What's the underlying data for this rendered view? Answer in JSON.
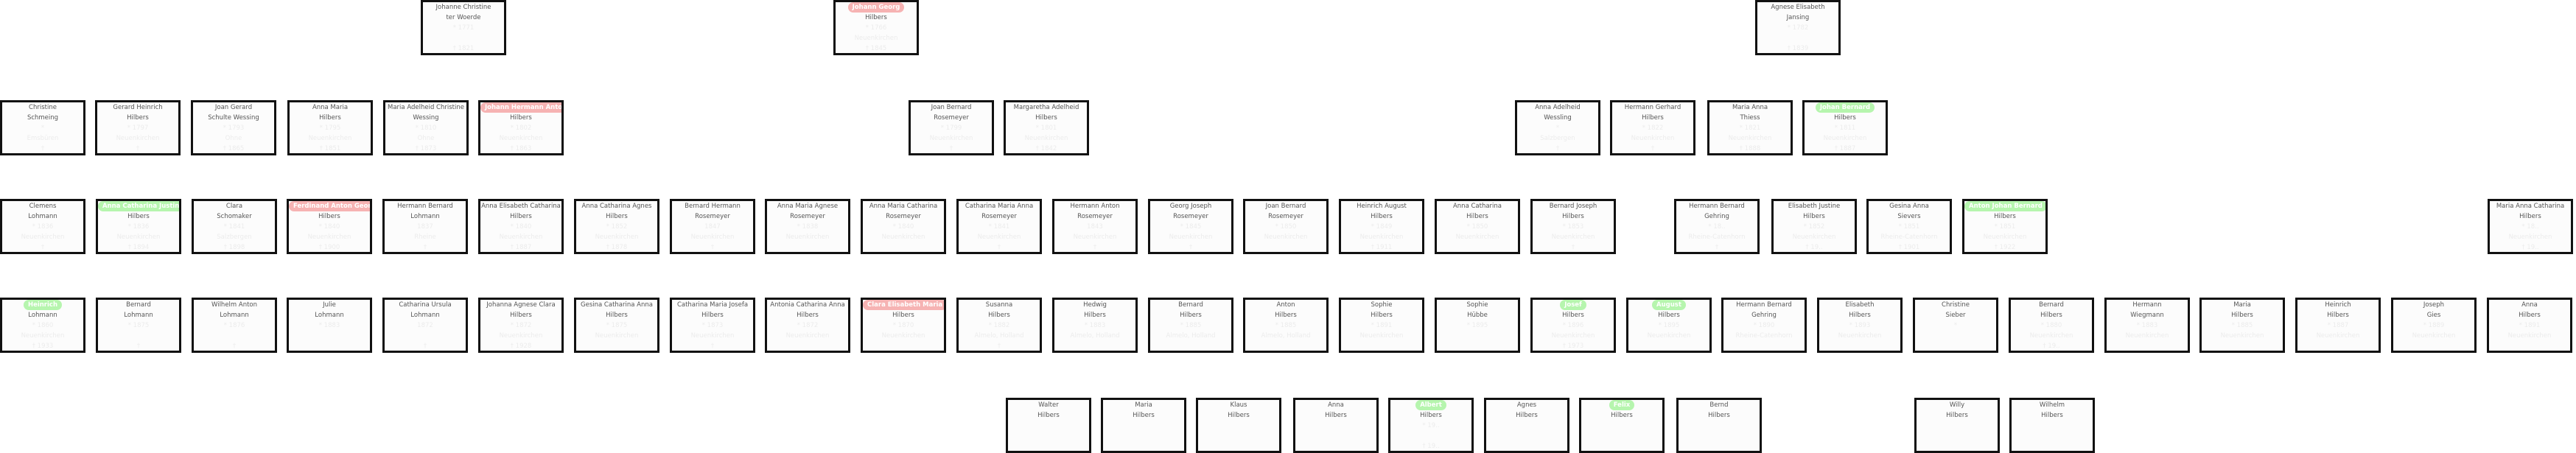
{
  "colors": {
    "highlight_red": "#f6b3b3",
    "highlight_green": "#b6f5ae",
    "border": "#111111"
  },
  "rows": [
    [
      {
        "given": "Johanne Christine",
        "surname": "ter Woerde",
        "birth": "* 1771",
        "place": "",
        "death": "† 1821"
      },
      {
        "given": "Johann Georg",
        "surname": "Hilbers",
        "birth": "* 1766",
        "place": "Neuenkirchen",
        "death": "† 1845",
        "highlight": "red"
      },
      {
        "given": "Agnese Elisabeth",
        "surname": "Jansing",
        "birth": "* 1782",
        "place": "",
        "death": "† 1839"
      }
    ],
    [
      {
        "given": "Christine",
        "surname": "Schmeing",
        "birth": "*",
        "place": "Emsbüren",
        "death": "†"
      },
      {
        "given": "Gerard Heinrich",
        "surname": "Hilbers",
        "birth": "* 1797",
        "place": "Neuenkirchen",
        "death": "†"
      },
      {
        "given": "Joan Gerard",
        "surname": "Schulte Wessing",
        "birth": "* 1793",
        "place": "Ohne",
        "death": "† 1865"
      },
      {
        "given": "Anna Maria",
        "surname": "Hilbers",
        "birth": "* 1795",
        "place": "Neuenkirchen",
        "death": "† 1851"
      },
      {
        "given": "Maria Adelheid Christine",
        "surname": "Wessing",
        "birth": "* 1810",
        "place": "Ohne",
        "death": "† 1873"
      },
      {
        "given": "Johann Hermann Anton",
        "surname": "Hilbers",
        "birth": "* 1802",
        "place": "Neuenkirchen",
        "death": "† 1863",
        "highlight": "red"
      },
      {
        "given": "Joan Bernard",
        "surname": "Rosemeyer",
        "birth": "* 1799",
        "place": "Neuenkirchen",
        "death": "†"
      },
      {
        "given": "Margaretha Adelheid",
        "surname": "Hilbers",
        "birth": "* 1801",
        "place": "Neuenkirchen",
        "death": "† 1842"
      },
      {
        "given": "Anna Adelheid",
        "surname": "Wessling",
        "birth": "*",
        "place": "Salzbergen",
        "death": "†"
      },
      {
        "given": "Hermann Gerhard",
        "surname": "Hilbers",
        "birth": "* 1822",
        "place": "Neuenkirchen",
        "death": "†"
      },
      {
        "given": "Maria Anna",
        "surname": "Thiess",
        "birth": "* 1821",
        "place": "Neuenkirchen",
        "death": "† 1888"
      },
      {
        "given": "Johan Bernard",
        "surname": "Hilbers",
        "birth": "* 1811",
        "place": "Neuenkirchen",
        "death": "† 1887",
        "highlight": "green"
      }
    ],
    [
      {
        "given": "Clemens",
        "surname": "Lohmann",
        "birth": "* 1836",
        "place": "Neuenkirchen",
        "death": "†"
      },
      {
        "given": "Anna Catharina Justina",
        "surname": "Hilbers",
        "birth": "* 1836",
        "place": "Neuenkirchen",
        "death": "† 1894",
        "highlight": "green"
      },
      {
        "given": "Clara",
        "surname": "Schomaker",
        "birth": "* 1841",
        "place": "Salzbergen",
        "death": "† 1898"
      },
      {
        "given": "Ferdinand Anton Georg",
        "surname": "Hilbers",
        "birth": "* 1840",
        "place": "Neuenkirchen",
        "death": "† 1900",
        "highlight": "red"
      },
      {
        "given": "Hermann Bernard",
        "surname": "Lohmann",
        "birth": "1837",
        "place": "Rheine",
        "death": "†"
      },
      {
        "given": "Anna Elisabeth Catharina",
        "surname": "Hilbers",
        "birth": "* 1840",
        "place": "Neuenkirchen",
        "death": "† 1887"
      },
      {
        "given": "Anna Catharina Agnes",
        "surname": "Hilbers",
        "birth": "* 1852",
        "place": "Neuenkirchen",
        "death": "† 1878"
      },
      {
        "given": "Bernard Hermann",
        "surname": "Rosemeyer",
        "birth": "1847",
        "place": "Neuenkirchen",
        "death": "†"
      },
      {
        "given": "Anna Maria Agnese",
        "surname": "Rosemeyer",
        "birth": "* 1838",
        "place": "Neuenkirchen",
        "death": ""
      },
      {
        "given": "Anna Maria Catharina",
        "surname": "Rosemeyer",
        "birth": "* 1840",
        "place": "Neuenkirchen",
        "death": ""
      },
      {
        "given": "Catharina Maria Anna",
        "surname": "Rosemeyer",
        "birth": "* 1841",
        "place": "Neuenkirchen",
        "death": "†"
      },
      {
        "given": "Hermann Anton",
        "surname": "Rosemeyer",
        "birth": "1843",
        "place": "Neuenkirchen",
        "death": "†"
      },
      {
        "given": "Georg Joseph",
        "surname": "Rosemeyer",
        "birth": "* 1845",
        "place": "Neuenkirchen",
        "death": "†"
      },
      {
        "given": "Joan Bernard",
        "surname": "Rosemeyer",
        "birth": "* 1850",
        "place": "Neuenkirchen",
        "death": ""
      },
      {
        "given": "Heinrich August",
        "surname": "Hilbers",
        "birth": "* 1849",
        "place": "Neuenkirchen",
        "death": "† 1911"
      },
      {
        "given": "Anna Catharina",
        "surname": "Hilbers",
        "birth": "* 1850",
        "place": "Neuenkirchen",
        "death": ""
      },
      {
        "given": "Bernard Joseph",
        "surname": "Hilbers",
        "birth": "* 1853",
        "place": "Neuenkirchen",
        "death": "†"
      },
      {
        "given": "Hermann Bernard",
        "surname": "Gehring",
        "birth": "* 18..",
        "place": "Rheine-Catenhorn",
        "death": "†"
      },
      {
        "given": "Elisabeth Justine",
        "surname": "Hilbers",
        "birth": "* 1852",
        "place": "Neuenkirchen",
        "death": "† 19.."
      },
      {
        "given": "Gesina Anna",
        "surname": "Sievers",
        "birth": "* 1851",
        "place": "Rheine-Catenhorn",
        "death": "† 1901"
      },
      {
        "given": "Anton Johan Bernard",
        "surname": "Hilbers",
        "birth": "* 1851",
        "place": "Neuenkirchen",
        "death": "† 1922",
        "highlight": "green"
      },
      {
        "given": "Maria Anna Catharina",
        "surname": "Hilbers",
        "birth": "* 18..",
        "place": "Neuenkirchen",
        "death": "† 19.."
      }
    ],
    [
      {
        "given": "Heinrich",
        "surname": "Lohmann",
        "birth": "* 1860",
        "place": "Neuenkirchen",
        "death": "† 1933",
        "highlight": "green"
      },
      {
        "given": "Bernard",
        "surname": "Lohmann",
        "birth": "* 1875",
        "place": "",
        "death": "†"
      },
      {
        "given": "Wilhelm Anton",
        "surname": "Lohmann",
        "birth": "* 1876",
        "place": "",
        "death": "†"
      },
      {
        "given": "Julie",
        "surname": "Lohmann",
        "birth": "* 1883",
        "place": "",
        "death": ""
      },
      {
        "given": "Catharina Ursula",
        "surname": "Lohmann",
        "birth": "1872",
        "place": "",
        "death": "†"
      },
      {
        "given": "Johanna Agnese Clara",
        "surname": "Hilbers",
        "birth": "* 1872",
        "place": "Neuenkirchen",
        "death": "† 1928"
      },
      {
        "given": "Gesina Catharina Anna",
        "surname": "Hilbers",
        "birth": "* 1875",
        "place": "Neuenkirchen",
        "death": ""
      },
      {
        "given": "Catharina Maria Josefa",
        "surname": "Hilbers",
        "birth": "* 1873",
        "place": "Neuenkirchen",
        "death": "†"
      },
      {
        "given": "Antonia Catharina Anna",
        "surname": "Hilbers",
        "birth": "* 1872",
        "place": "Neuenkirchen",
        "death": ""
      },
      {
        "given": "Clara Elisabeth Maria",
        "surname": "Hilbers",
        "birth": "* 1870",
        "place": "Neuenkirchen",
        "death": "",
        "highlight": "red"
      },
      {
        "given": "Susanna",
        "surname": "Hilbers",
        "birth": "* 1882",
        "place": "Almelo, Holland",
        "death": "†"
      },
      {
        "given": "Hedwig",
        "surname": "Hilbers",
        "birth": "* 1883",
        "place": "Almelo, Holland",
        "death": ""
      },
      {
        "given": "Bernard",
        "surname": "Hilbers",
        "birth": "* 1885",
        "place": "Almelo, Holland",
        "death": ""
      },
      {
        "given": "Anton",
        "surname": "Hilbers",
        "birth": "* 1885",
        "place": "Almelo, Holland",
        "death": ""
      },
      {
        "given": "Sophie",
        "surname": "Hilbers",
        "birth": "* 1891",
        "place": "Neuenkirchen",
        "death": ""
      },
      {
        "given": "Sophie",
        "surname": "Hübbe",
        "birth": "* 1895",
        "place": "",
        "death": ""
      },
      {
        "given": "Josef",
        "surname": "Hilbers",
        "birth": "* 1896",
        "place": "Neuenkirchen",
        "death": "† 1973",
        "highlight": "green"
      },
      {
        "given": "August",
        "surname": "Hilbers",
        "birth": "* 1895",
        "place": "Neuenkirchen",
        "death": "",
        "highlight": "green"
      },
      {
        "given": "Hermann Bernard",
        "surname": "Gehring",
        "birth": "* 1890",
        "place": "Rheine-Catenhorn",
        "death": ""
      },
      {
        "given": "Elisabeth",
        "surname": "Hilbers",
        "birth": "* 1893",
        "place": "Neuenkirchen",
        "death": ""
      },
      {
        "given": "Christine",
        "surname": "Sieber",
        "birth": "*",
        "place": "",
        "death": ""
      },
      {
        "given": "Bernard",
        "surname": "Hilbers",
        "birth": "* 1880",
        "place": "Neuenkirchen",
        "death": "† 19.."
      },
      {
        "given": "Hermann",
        "surname": "Wiegmann",
        "birth": "* 1883",
        "place": "Neuenkirchen",
        "death": ""
      },
      {
        "given": "Maria",
        "surname": "Hilbers",
        "birth": "* 1885",
        "place": "Neuenkirchen",
        "death": ""
      },
      {
        "given": "Heinrich",
        "surname": "Hilbers",
        "birth": "* 1887",
        "place": "Neuenkirchen",
        "death": ""
      },
      {
        "given": "Joseph",
        "surname": "Gies",
        "birth": "* 1889",
        "place": "Neuenkirchen",
        "death": ""
      },
      {
        "given": "Anna",
        "surname": "Hilbers",
        "birth": "* 1891",
        "place": "Neuenkirchen",
        "death": ""
      }
    ],
    [
      {
        "given": "Walter",
        "surname": "Hilbers",
        "birth": "",
        "place": "",
        "death": ""
      },
      {
        "given": "Maria",
        "surname": "Hilbers",
        "birth": "",
        "place": "",
        "death": ""
      },
      {
        "given": "Klaus",
        "surname": "Hilbers",
        "birth": "",
        "place": "",
        "death": ""
      },
      {
        "given": "Anna",
        "surname": "Hilbers",
        "birth": "",
        "place": "",
        "death": ""
      },
      {
        "given": "Albert",
        "surname": "Hilbers",
        "birth": "* 19..",
        "place": "",
        "death": "† 19..",
        "highlight": "green"
      },
      {
        "given": "Agnes",
        "surname": "Hilbers",
        "birth": "",
        "place": "",
        "death": ""
      },
      {
        "given": "Felix",
        "surname": "Hilbers",
        "birth": "",
        "place": "",
        "death": "",
        "highlight": "green"
      },
      {
        "given": "Bernd",
        "surname": "Hilbers",
        "birth": "",
        "place": "",
        "death": ""
      },
      {
        "given": "Willy",
        "surname": "Hilbers",
        "birth": "",
        "place": "",
        "death": ""
      },
      {
        "given": "Wilhelm",
        "surname": "Hilbers",
        "birth": "",
        "place": "",
        "death": ""
      }
    ]
  ]
}
